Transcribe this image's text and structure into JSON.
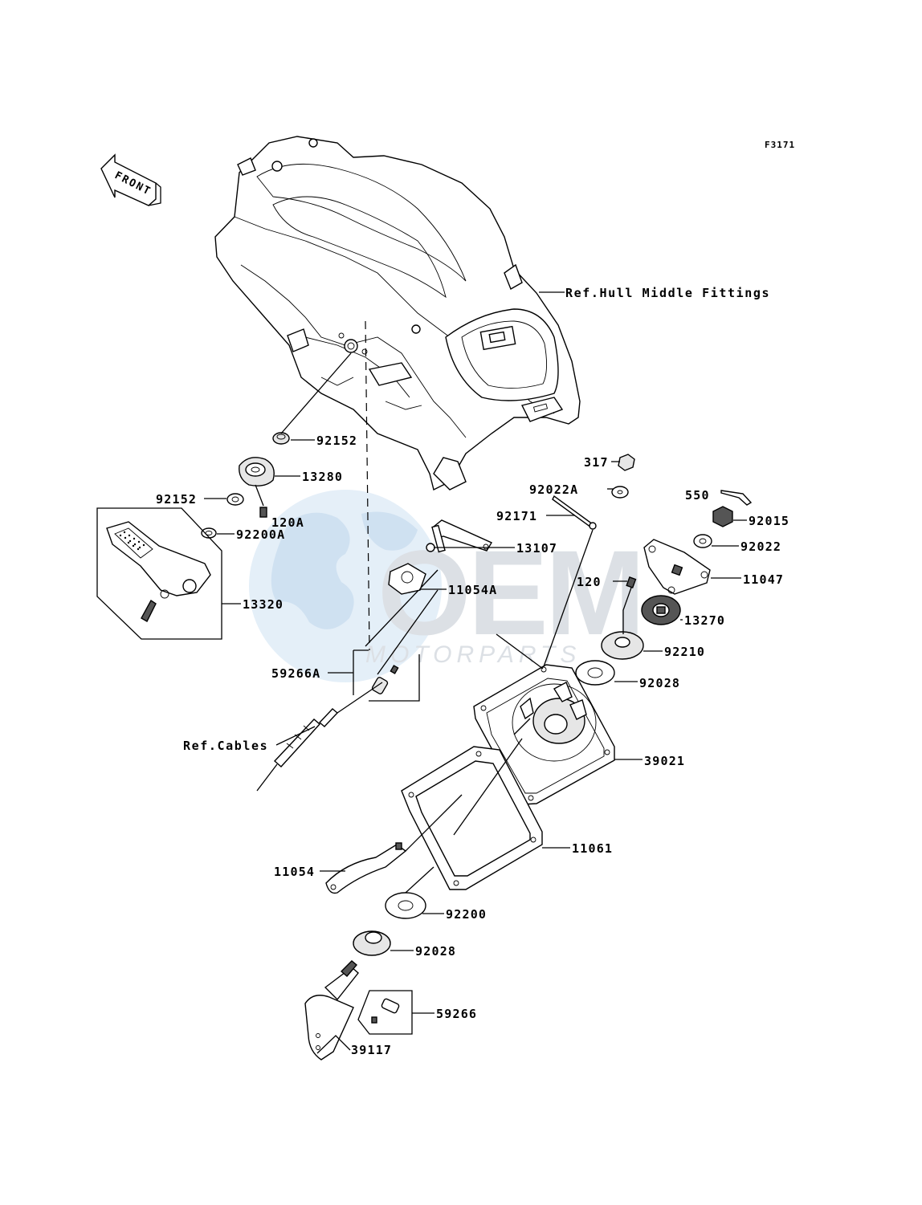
{
  "figure_code": "F3171",
  "front_arrow_label": "FRONT",
  "watermark": {
    "logo": "OEM",
    "subtitle": "MOTORPARTS"
  },
  "references": {
    "hull": "Ref.Hull Middle Fittings",
    "cables": "Ref.Cables"
  },
  "parts": {
    "p92152a": "92152",
    "p13280": "13280",
    "p92152b": "92152",
    "p120a": "120A",
    "p92200a": "92200A",
    "p13320": "13320",
    "p13107": "13107",
    "p11054a": "11054A",
    "p59266a": "59266A",
    "p317": "317",
    "p92022a": "92022A",
    "p92171": "92171",
    "p550": "550",
    "p92015": "92015",
    "p92022": "92022",
    "p120": "120",
    "p11047": "11047",
    "p13270": "13270",
    "p92210": "92210",
    "p92028a": "92028",
    "p39021": "39021",
    "p11061": "11061",
    "p11054": "11054",
    "p92200": "92200",
    "p92028b": "92028",
    "p59266": "59266",
    "p39117": "39117"
  },
  "colors": {
    "line": "#000000",
    "watermark": "#b8d4ec",
    "background": "#ffffff"
  }
}
